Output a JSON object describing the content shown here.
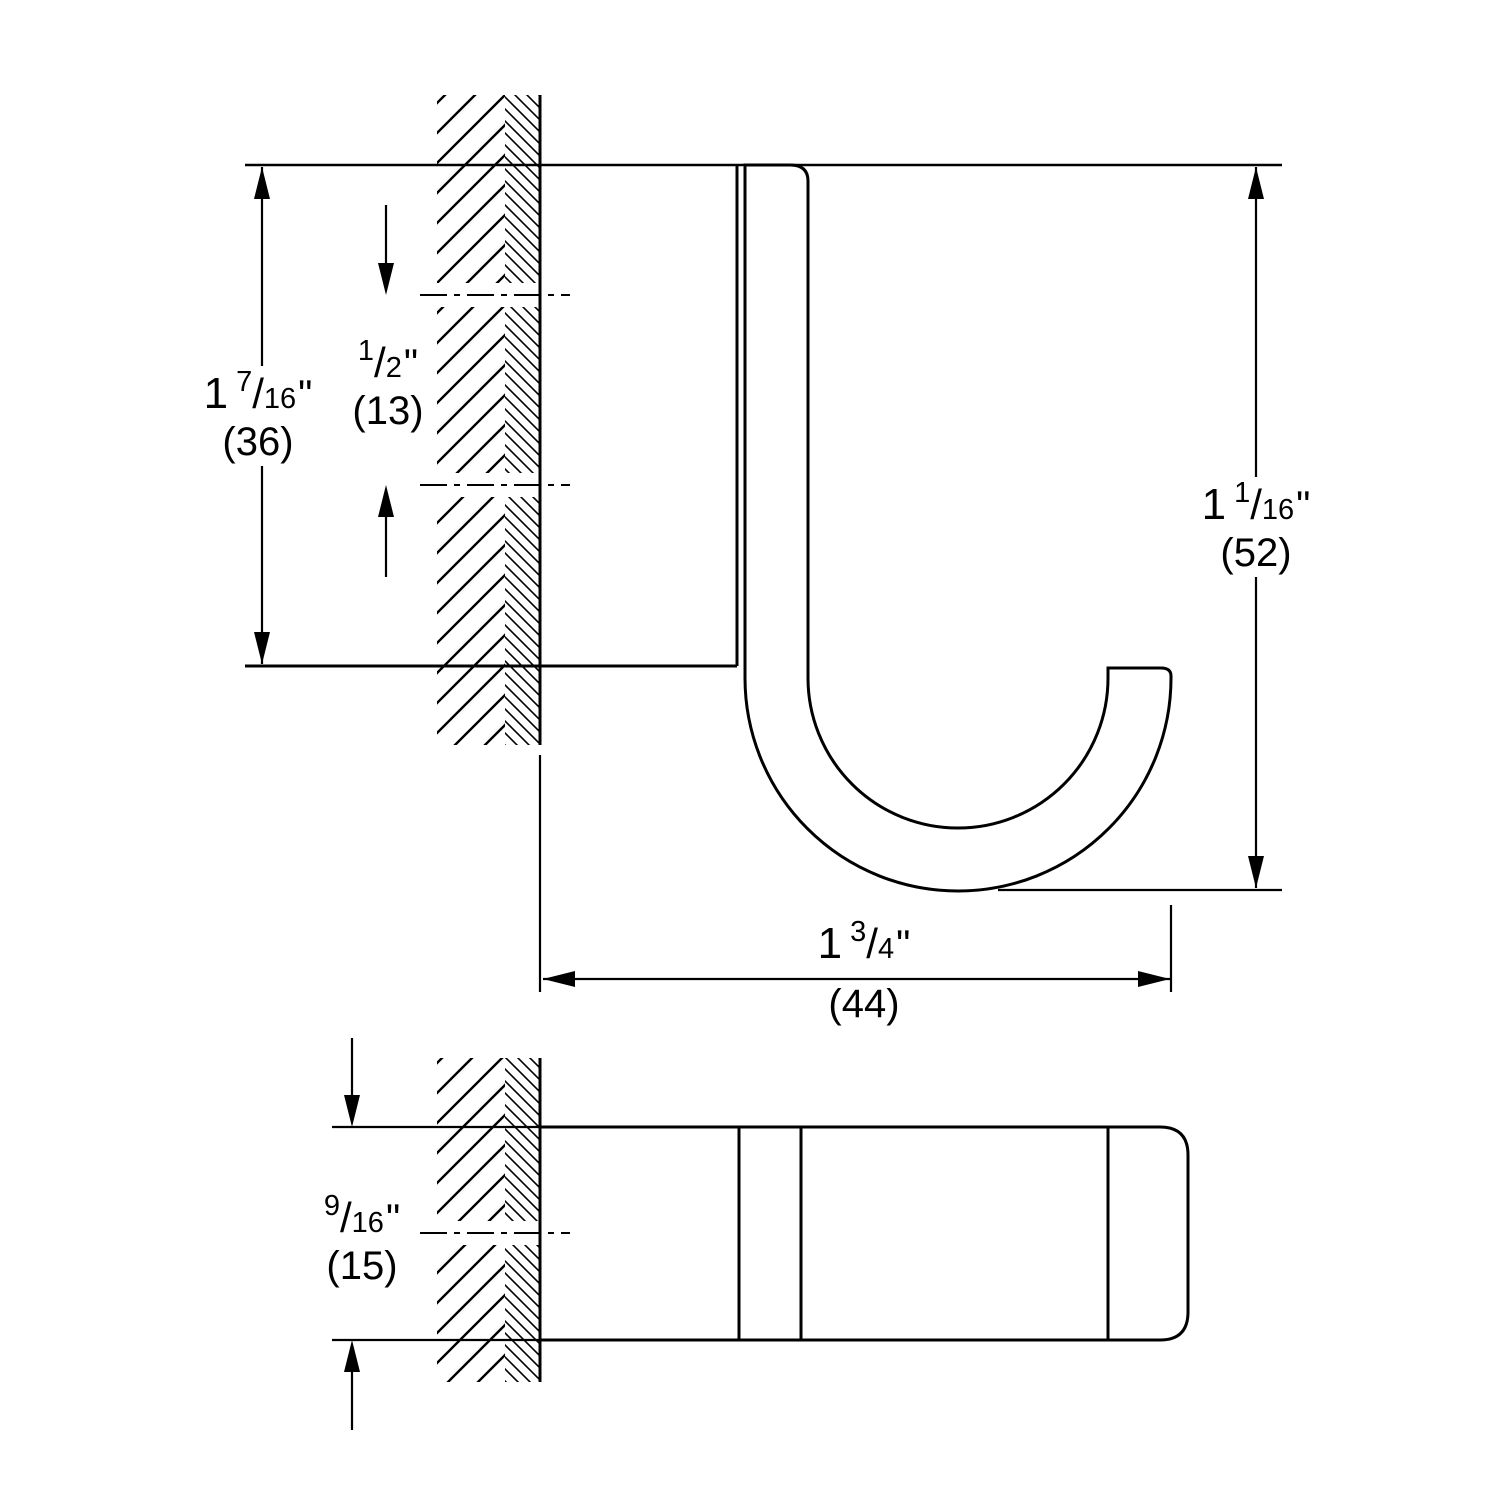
{
  "typography": {
    "fraction_separator": "/"
  },
  "dimensions": {
    "mount_height": {
      "whole": "1",
      "numerator": "7",
      "denominator": "16",
      "unit": "\"",
      "metric": "(36)"
    },
    "hole_spacing": {
      "whole": "",
      "numerator": "1",
      "denominator": "2",
      "unit": "\"",
      "metric": "(13)"
    },
    "overall_height": {
      "whole": "1",
      "numerator": "1",
      "denominator": "16",
      "unit": "\"",
      "metric": "(52)"
    },
    "projection": {
      "whole": "1",
      "numerator": "3",
      "denominator": "4",
      "unit": "\"",
      "metric": "(44)"
    },
    "width": {
      "whole": "",
      "numerator": "9",
      "denominator": "16",
      "unit": "\"",
      "metric": "(15)"
    }
  }
}
